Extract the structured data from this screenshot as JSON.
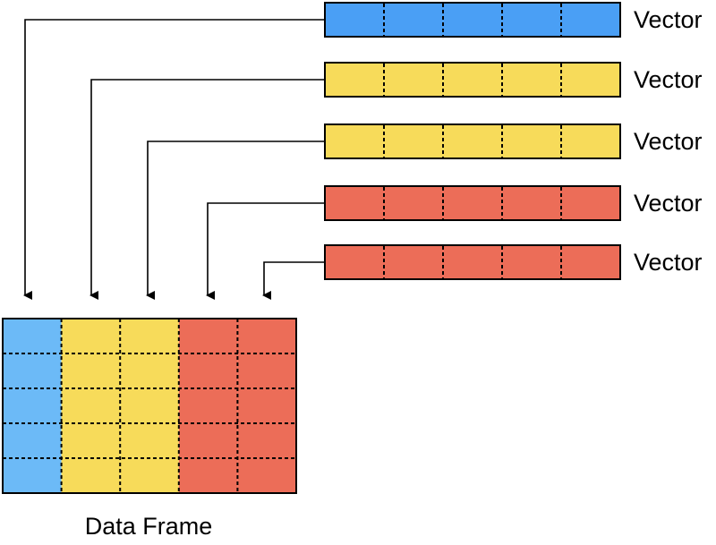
{
  "colors": {
    "blue": "#4a9ff5",
    "blue_light": "#6cbaf7",
    "yellow": "#f7db5a",
    "red": "#ec6d58",
    "line": "#000000"
  },
  "vectors": [
    {
      "label": "Vector",
      "color": "blue",
      "cells": 5
    },
    {
      "label": "Vector",
      "color": "yellow",
      "cells": 5
    },
    {
      "label": "Vector",
      "color": "yellow",
      "cells": 5
    },
    {
      "label": "Vector",
      "color": "red",
      "cells": 5
    },
    {
      "label": "Vector",
      "color": "red",
      "cells": 5
    }
  ],
  "data_frame": {
    "label": "Data Frame",
    "rows": 5,
    "columns": [
      "blue_light",
      "yellow",
      "yellow",
      "red",
      "red"
    ]
  }
}
